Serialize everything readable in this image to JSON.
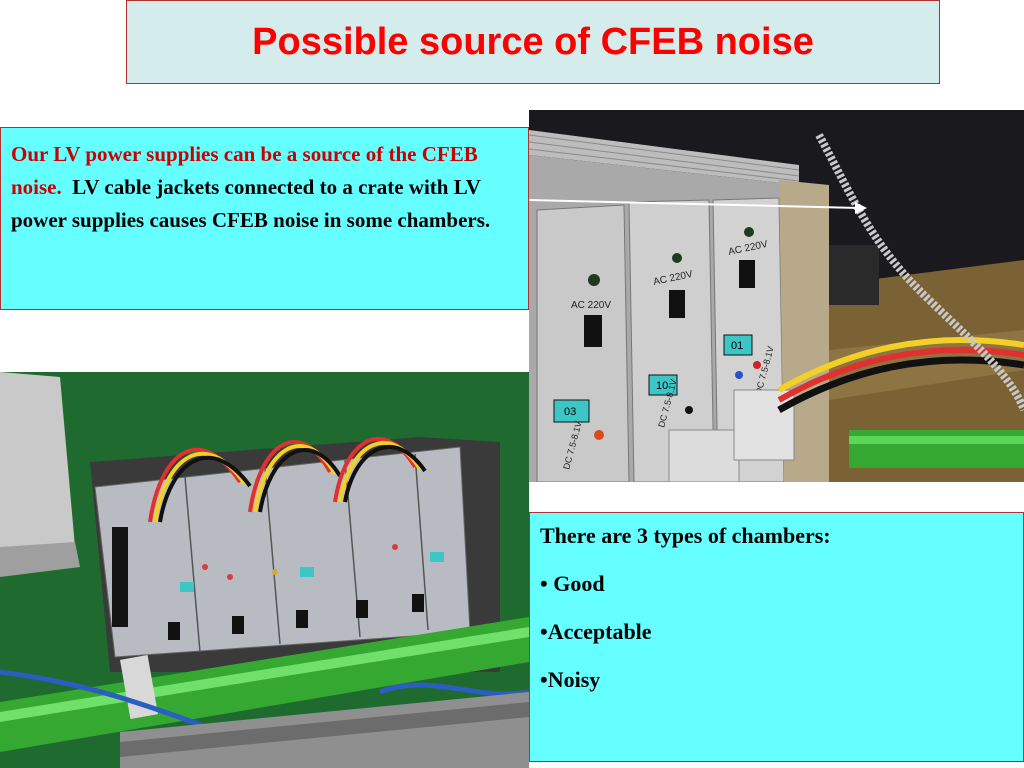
{
  "slide": {
    "title": "Possible source of CFEB noise",
    "left_box": {
      "red_text": "Our LV power supplies can be a source of the CFEB noise.",
      "black_text": "LV cable jackets connected to a crate with LV power supplies causes CFEB noise in some chambers."
    },
    "right_box": {
      "heading": "There are 3 types of chambers:",
      "items": [
        "• Good",
        "•Acceptable",
        "•Noisy"
      ]
    }
  },
  "photo_top": {
    "labels": {
      "ac1": "AC 220V",
      "ac2": "AC 220V",
      "ac3": "AC 220V",
      "tag1": "03",
      "tag2": "10",
      "tag3": "01",
      "dc1": "DC 7.5-8.1V",
      "dc2": "DC 7.5-8.1V",
      "dc3": "DC 7.5-8.1V"
    }
  },
  "colors": {
    "title_red": "#ff0000",
    "box_cyan": "#66ffff",
    "title_bg": "#d4ecec",
    "cable_green": "#35a832"
  }
}
